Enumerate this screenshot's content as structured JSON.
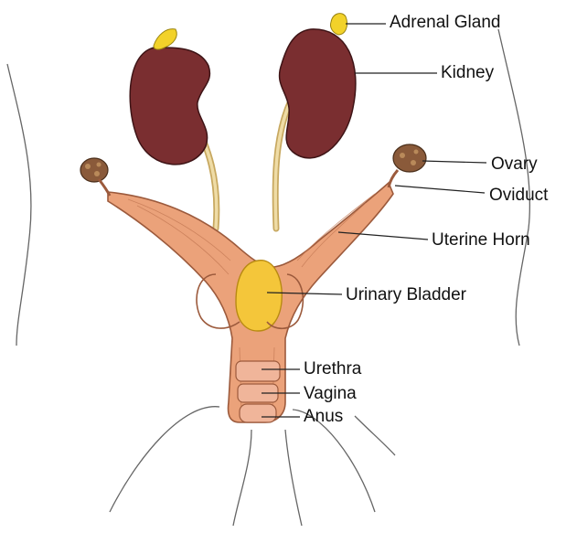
{
  "labels": {
    "adrenal_gland": "Adrenal Gland",
    "kidney": "Kidney",
    "ovary": "Ovary",
    "oviduct": "Oviduct",
    "uterine_horn": "Uterine Horn",
    "urinary_bladder": "Urinary Bladder",
    "urethra": "Urethra",
    "vagina": "Vagina",
    "anus": "Anus"
  },
  "colors": {
    "kidney": "#7a2e30",
    "adrenal": "#f2d22a",
    "uterus": "#eba27a",
    "uterus_outline": "#9c5a3c",
    "bladder": "#f4c63a",
    "ureter": "#e8cf8c",
    "ovary": "#8a5a3a",
    "body_outline": "#555555",
    "leader": "#222222"
  }
}
